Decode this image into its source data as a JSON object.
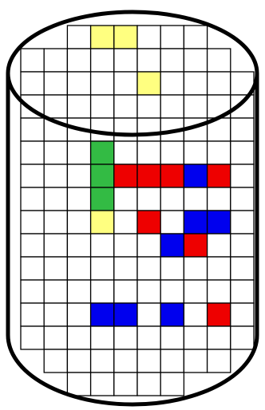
{
  "palette": {
    "empty": "#ffffff",
    "yellow": "#ffff80",
    "green": "#33bb44",
    "red": "#ee0000",
    "blue": "#0000ee",
    "grid_line": "#000000",
    "outline": "#000000"
  },
  "board": {
    "columns": 10,
    "rows": 17,
    "rim_rows": 3,
    "cells": [
      {
        "row": 0,
        "col": 3,
        "color": "yellow"
      },
      {
        "row": 0,
        "col": 4,
        "color": "yellow"
      },
      {
        "row": 2,
        "col": 5,
        "color": "yellow"
      },
      {
        "row": 5,
        "col": 3,
        "color": "green"
      },
      {
        "row": 6,
        "col": 3,
        "color": "green"
      },
      {
        "row": 6,
        "col": 4,
        "color": "red"
      },
      {
        "row": 6,
        "col": 5,
        "color": "red"
      },
      {
        "row": 6,
        "col": 6,
        "color": "red"
      },
      {
        "row": 6,
        "col": 7,
        "color": "blue"
      },
      {
        "row": 6,
        "col": 8,
        "color": "red"
      },
      {
        "row": 7,
        "col": 3,
        "color": "green"
      },
      {
        "row": 8,
        "col": 3,
        "color": "yellow"
      },
      {
        "row": 8,
        "col": 5,
        "color": "red"
      },
      {
        "row": 8,
        "col": 7,
        "color": "blue"
      },
      {
        "row": 8,
        "col": 8,
        "color": "blue"
      },
      {
        "row": 9,
        "col": 6,
        "color": "blue"
      },
      {
        "row": 9,
        "col": 7,
        "color": "red"
      },
      {
        "row": 12,
        "col": 3,
        "color": "blue"
      },
      {
        "row": 12,
        "col": 4,
        "color": "blue"
      },
      {
        "row": 12,
        "col": 6,
        "color": "blue"
      },
      {
        "row": 12,
        "col": 8,
        "color": "red"
      }
    ]
  }
}
